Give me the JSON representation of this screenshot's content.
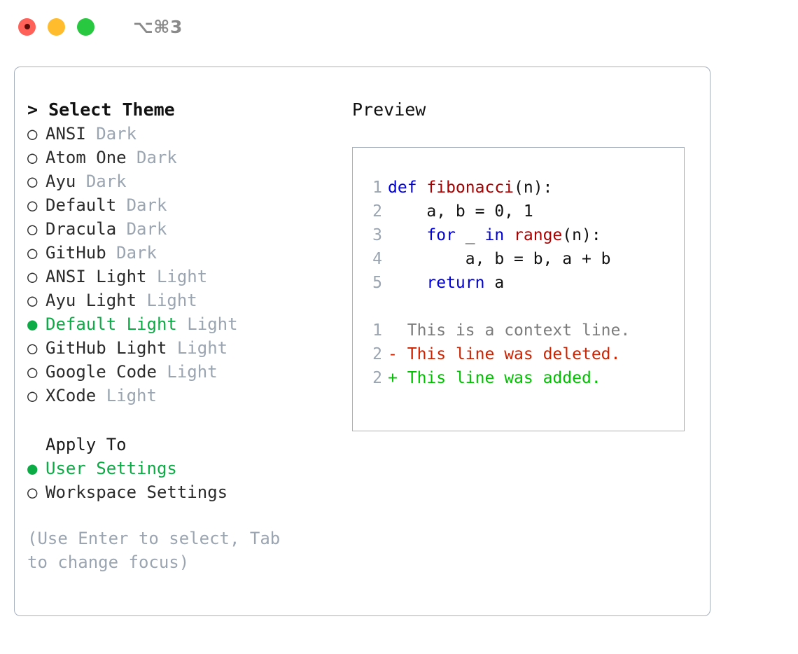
{
  "titlebar": {
    "shortcut": "⌥⌘3",
    "lights": [
      {
        "name": "close",
        "color": "#ff6058"
      },
      {
        "name": "minimize",
        "color": "#ffbd2e"
      },
      {
        "name": "maximize",
        "color": "#28c840"
      }
    ]
  },
  "theme_picker": {
    "header": "> Select Theme",
    "selected_marker": "●",
    "unselected_marker": "○",
    "items": [
      {
        "marker": "○",
        "name": "ANSI",
        "tag": "Dark",
        "selected": false
      },
      {
        "marker": "○",
        "name": "Atom One",
        "tag": "Dark",
        "selected": false
      },
      {
        "marker": "○",
        "name": "Ayu",
        "tag": "Dark",
        "selected": false
      },
      {
        "marker": "○",
        "name": "Default",
        "tag": "Dark",
        "selected": false
      },
      {
        "marker": "○",
        "name": "Dracula",
        "tag": "Dark",
        "selected": false
      },
      {
        "marker": "○",
        "name": "GitHub",
        "tag": "Dark",
        "selected": false
      },
      {
        "marker": "○",
        "name": "ANSI Light",
        "tag": "Light",
        "selected": false
      },
      {
        "marker": "○",
        "name": "Ayu Light",
        "tag": "Light",
        "selected": false
      },
      {
        "marker": "●",
        "name": "Default Light",
        "tag": "Light",
        "selected": true
      },
      {
        "marker": "○",
        "name": "GitHub Light",
        "tag": "Light",
        "selected": false
      },
      {
        "marker": "○",
        "name": "Google Code",
        "tag": "Light",
        "selected": false
      },
      {
        "marker": "○",
        "name": "XCode",
        "tag": "Light",
        "selected": false
      }
    ]
  },
  "apply_to": {
    "header": "Apply To",
    "items": [
      {
        "marker": "●",
        "label": "User Settings",
        "selected": true
      },
      {
        "marker": "○",
        "label": "Workspace Settings",
        "selected": false
      }
    ]
  },
  "hint": "(Use Enter to select, Tab to change focus)",
  "preview": {
    "title": "Preview",
    "code_lines": [
      {
        "num": "1",
        "segments": [
          {
            "text": "def ",
            "style": "kw"
          },
          {
            "text": "fibonacci",
            "style": "fn"
          },
          {
            "text": "(n):",
            "style": "txt"
          }
        ]
      },
      {
        "num": "2",
        "segments": [
          {
            "text": "    a, b = 0, 1",
            "style": "txt"
          }
        ]
      },
      {
        "num": "3",
        "segments": [
          {
            "text": "    ",
            "style": "txt"
          },
          {
            "text": "for",
            "style": "kw"
          },
          {
            "text": " _ ",
            "style": "txt"
          },
          {
            "text": "in ",
            "style": "kw"
          },
          {
            "text": "range",
            "style": "fn"
          },
          {
            "text": "(n):",
            "style": "txt"
          }
        ]
      },
      {
        "num": "4",
        "segments": [
          {
            "text": "        a, b = b, a + b",
            "style": "txt"
          }
        ]
      },
      {
        "num": "5",
        "segments": [
          {
            "text": "    ",
            "style": "txt"
          },
          {
            "text": "return",
            "style": "kw"
          },
          {
            "text": " a",
            "style": "txt"
          }
        ]
      }
    ],
    "diff_lines": [
      {
        "num": "1",
        "marker": " ",
        "text": "This is a context line.",
        "style": "ctx"
      },
      {
        "num": "2",
        "marker": "-",
        "text": "This line was deleted.",
        "style": "del"
      },
      {
        "num": "2",
        "marker": "+",
        "text": "This line was added.",
        "style": "add"
      }
    ]
  },
  "colors": {
    "selection_green": "#0cab45",
    "diff_add_green": "#00c000",
    "diff_del_red": "#cc2200",
    "keyword_blue": "#0000dd",
    "function_red": "#aa0000",
    "muted_gray": "#9aa5b1",
    "border_gray": "#a6b0bd"
  }
}
